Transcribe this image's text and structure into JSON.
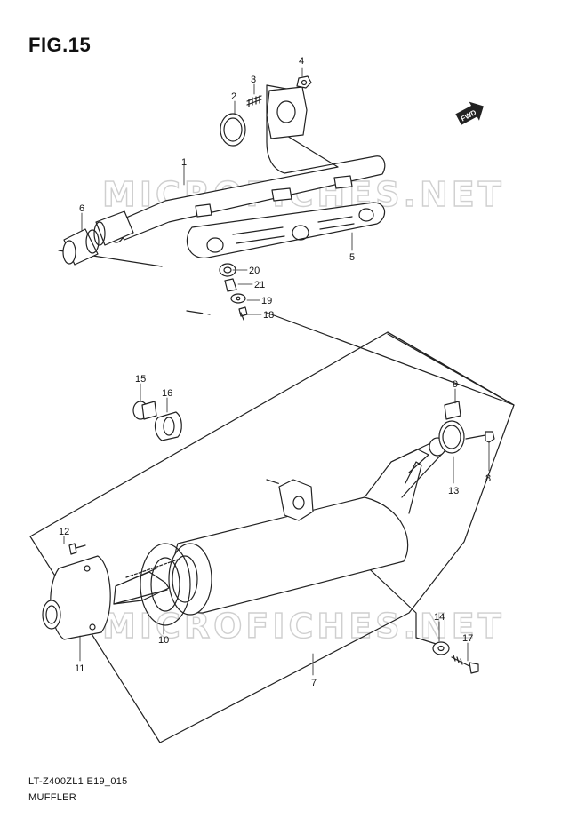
{
  "figure_title": "FIG.15",
  "watermark_text": "MICROFICHES.NET",
  "fwd_label": "FWD",
  "footer": {
    "model_code": "LT-Z400ZL1 E19_015",
    "diagram_name": "MUFFLER"
  },
  "callouts": [
    {
      "number": "1"
    },
    {
      "number": "2"
    },
    {
      "number": "3"
    },
    {
      "number": "4"
    },
    {
      "number": "5"
    },
    {
      "number": "6"
    },
    {
      "number": "7"
    },
    {
      "number": "8"
    },
    {
      "number": "9"
    },
    {
      "number": "10"
    },
    {
      "number": "11"
    },
    {
      "number": "12"
    },
    {
      "number": "13"
    },
    {
      "number": "14"
    },
    {
      "number": "15"
    },
    {
      "number": "16"
    },
    {
      "number": "17"
    },
    {
      "number": "18"
    },
    {
      "number": "19"
    },
    {
      "number": "20"
    },
    {
      "number": "21"
    }
  ],
  "colors": {
    "line": "#222222",
    "watermark": "#cfcfcf",
    "background": "#ffffff"
  }
}
